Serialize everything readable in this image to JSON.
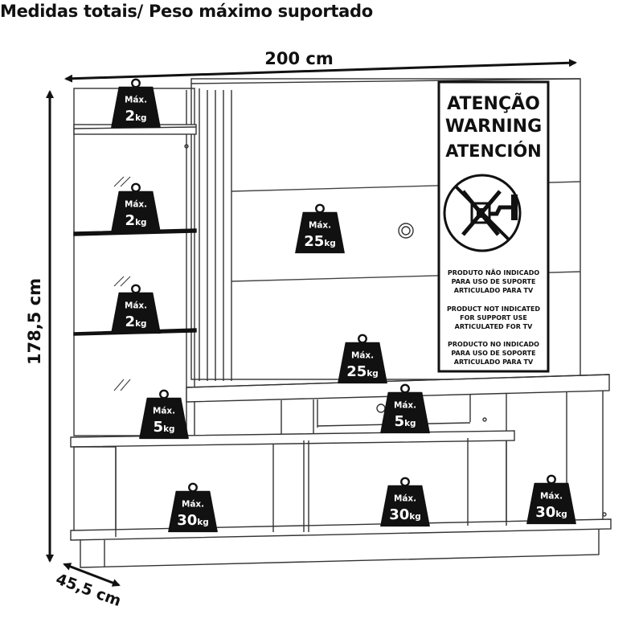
{
  "header": {
    "title": "Medidas totais/ Peso máximo suportado"
  },
  "dimensions": {
    "width": "200 cm",
    "height": "178,5 cm",
    "depth": "45,5 cm"
  },
  "weights": {
    "max_label": "Máx.",
    "unit": "kg",
    "top_shelf": "2",
    "glass_shelf_1": "2",
    "glass_shelf_2": "2",
    "side_base": "5",
    "panel": "25",
    "tv_shelf": "25",
    "niche": "5",
    "rack_left": "30",
    "rack_center": "30",
    "rack_right": "30"
  },
  "warning": {
    "title_pt": "ATENÇÃO",
    "title_en": "WARNING",
    "title_es": "ATENCIÓN",
    "pt_line1": "PRODUTO NÃO INDICADO",
    "pt_line2": "PARA USO DE SUPORTE",
    "pt_line3": "ARTICULADO  PARA  TV",
    "en_line1": "PRODUCT NOT INDICATED",
    "en_line2": "FOR SUPPORT USE",
    "en_line3": "ARTICULATED FOR TV",
    "es_line1": "PRODUCTO NO INDICADO",
    "es_line2": "PARA USO DE SOPORTE",
    "es_line3": "ARTICULADO PARA TV"
  },
  "icons": {
    "weight": "weight-icon",
    "no_tv_mount": "no-tv-mount-icon"
  }
}
